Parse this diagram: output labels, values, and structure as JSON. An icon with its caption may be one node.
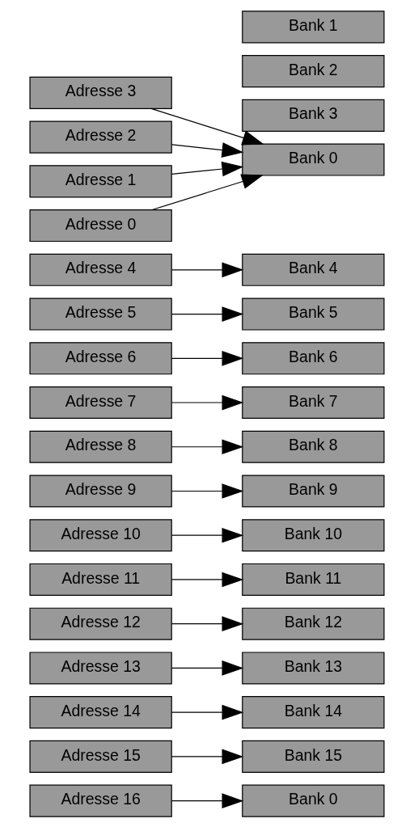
{
  "diagram": {
    "nodes": [
      {
        "text": [
          "Adresse 0"
        ]
      },
      {
        "text": [
          "Bank 0"
        ]
      },
      {
        "text": [
          "Adresse 1"
        ]
      },
      {
        "text": [
          "Bank 1"
        ]
      },
      {
        "text": [
          "Adresse 2"
        ]
      },
      {
        "text": [
          "Bank 2"
        ]
      },
      {
        "text": [
          "Adresse 3"
        ]
      },
      {
        "text": [
          "Bank 3"
        ]
      },
      {
        "text": [
          "Adresse 4"
        ]
      },
      {
        "text": [
          "Bank 4"
        ]
      },
      {
        "text": [
          "Adresse 5"
        ]
      },
      {
        "text": [
          "Bank 5"
        ]
      },
      {
        "text": [
          "Adresse 6"
        ]
      },
      {
        "text": [
          "Bank 6"
        ]
      },
      {
        "text": [
          "Adresse 7"
        ]
      },
      {
        "text": [
          "Bank 7"
        ]
      },
      {
        "text": [
          "Adresse 8"
        ]
      },
      {
        "text": [
          "Bank 8"
        ]
      },
      {
        "text": [
          "Adresse 9"
        ]
      },
      {
        "text": [
          "Bank 9"
        ]
      },
      {
        "text": [
          "Adresse 10"
        ]
      },
      {
        "text": [
          "Bank 10"
        ]
      },
      {
        "text": [
          "Adresse 11"
        ]
      },
      {
        "text": [
          "Bank 11"
        ]
      },
      {
        "text": [
          "Adresse 12"
        ]
      },
      {
        "text": [
          "Bank 12"
        ]
      },
      {
        "text": [
          "Adresse 13"
        ]
      },
      {
        "text": [
          "Bank 13"
        ]
      },
      {
        "text": [
          "Adresse 14"
        ]
      },
      {
        "text": [
          "Bank 14"
        ]
      },
      {
        "text": [
          "Adresse 15"
        ]
      },
      {
        "text": [
          "Bank 15"
        ]
      },
      {
        "text": [
          "Adresse 16"
        ]
      },
      {
        "text": [
          "Bank 0"
        ]
      }
    ],
    "edges": [
      {
        "from": 0,
        "to": 1,
        "arrow": "to"
      },
      {
        "from": 2,
        "to": 1,
        "arrow": "to"
      },
      {
        "from": 4,
        "to": 1,
        "arrow": "to"
      },
      {
        "from": 6,
        "to": 1,
        "arrow": "to"
      },
      {
        "from": 8,
        "to": 9,
        "arrow": "to"
      },
      {
        "from": 10,
        "to": 11,
        "arrow": "to"
      },
      {
        "from": 12,
        "to": 13,
        "arrow": "to"
      },
      {
        "from": 14,
        "to": 15,
        "arrow": "to"
      },
      {
        "from": 16,
        "to": 17,
        "arrow": "to"
      },
      {
        "from": 18,
        "to": 19,
        "arrow": "to"
      },
      {
        "from": 20,
        "to": 21,
        "arrow": "to"
      },
      {
        "from": 22,
        "to": 23,
        "arrow": "to"
      },
      {
        "from": 24,
        "to": 25,
        "arrow": "to"
      },
      {
        "from": 26,
        "to": 27,
        "arrow": "to"
      },
      {
        "from": 28,
        "to": 29,
        "arrow": "to"
      },
      {
        "from": 30,
        "to": 31,
        "arrow": "to"
      },
      {
        "from": 32,
        "to": 33,
        "arrow": "to"
      }
    ]
  }
}
